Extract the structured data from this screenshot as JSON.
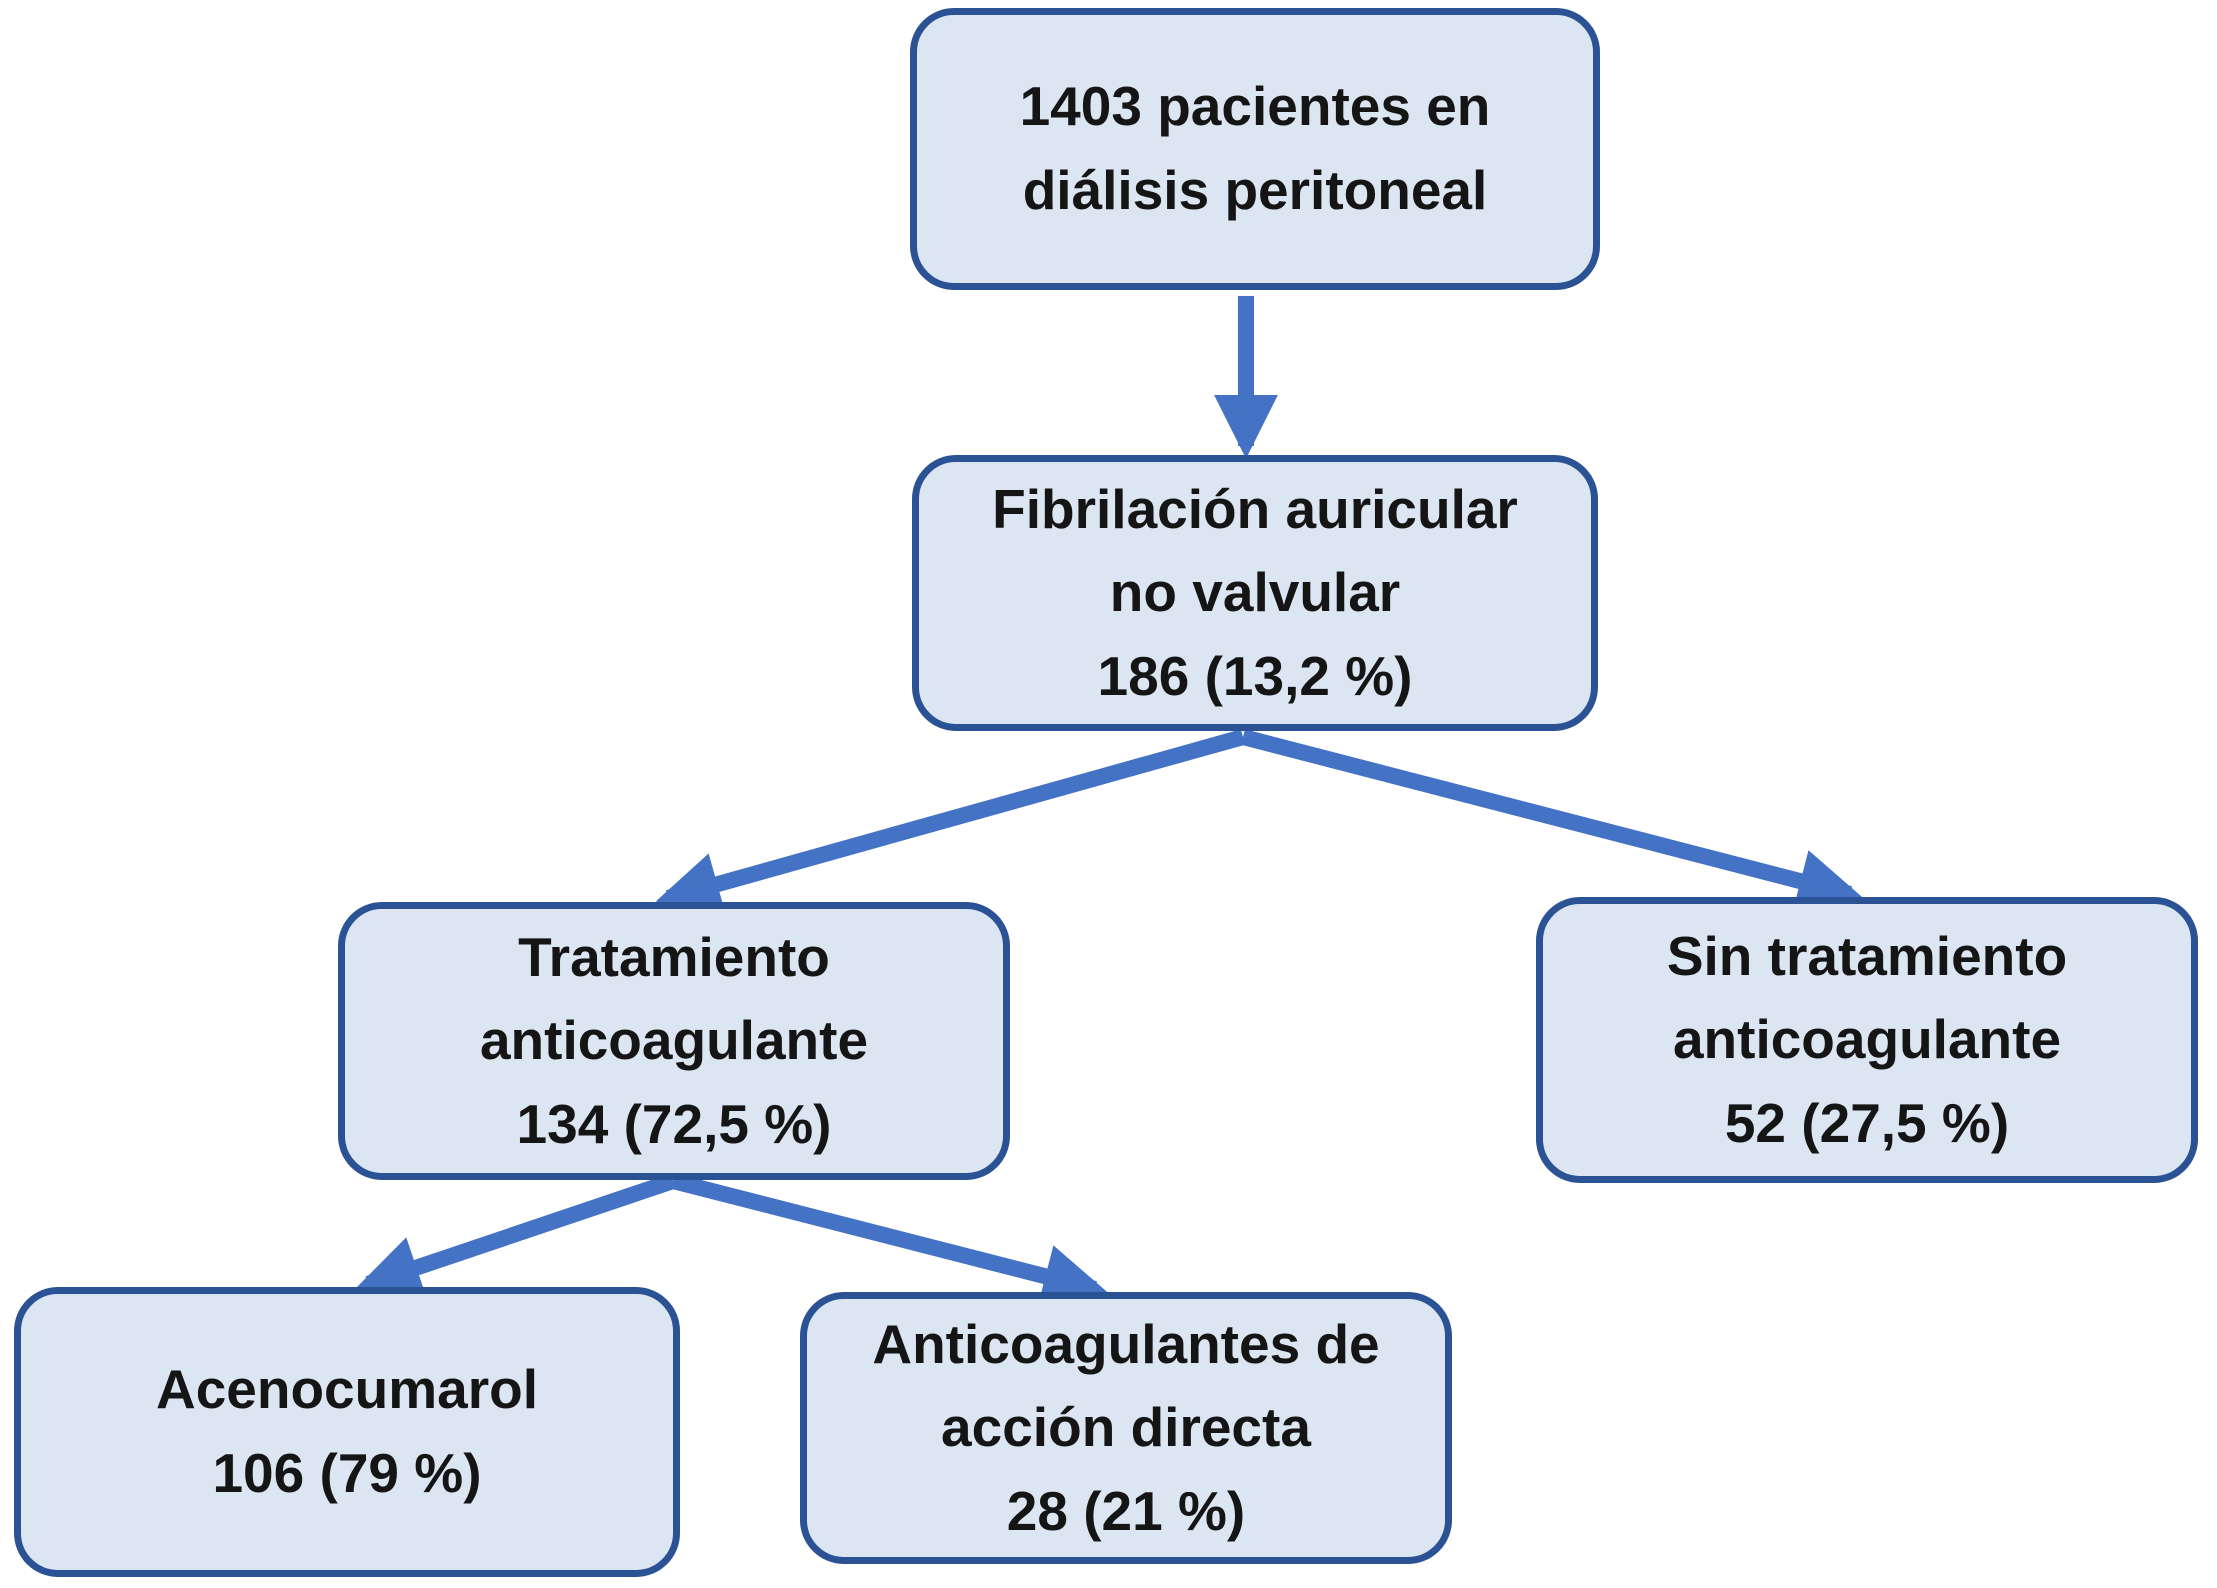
{
  "colors": {
    "canvas-bg": "#ffffff",
    "node-fill": "#dce6f2",
    "node-border": "#2a5294",
    "arrow": "#4472c4",
    "text": "#151515"
  },
  "nodes": [
    {
      "id": "dialysis-patients",
      "lines": [
        "1403 pacientes en",
        "diálisis peritoneal"
      ]
    },
    {
      "id": "nonvalvular-afib",
      "lines": [
        "Fibrilación auricular",
        "no valvular",
        "186 (13,2 %)"
      ]
    },
    {
      "id": "anticoagulant-treatment",
      "lines": [
        "Tratamiento",
        "anticoagulante",
        "134 (72,5 %)"
      ]
    },
    {
      "id": "no-anticoagulant-treatment",
      "lines": [
        "Sin tratamiento",
        "anticoagulante",
        "52 (27,5 %)"
      ]
    },
    {
      "id": "acenocumarol",
      "lines": [
        "Acenocumarol",
        "106 (79 %)"
      ]
    },
    {
      "id": "direct-acting-anticoagulants",
      "lines": [
        "Anticoagulantes de",
        "acción directa",
        "28 (21 %)"
      ]
    }
  ],
  "edges": [
    {
      "from": "dialysis-patients",
      "to": "nonvalvular-afib"
    },
    {
      "from": "nonvalvular-afib",
      "to": "anticoagulant-treatment"
    },
    {
      "from": "nonvalvular-afib",
      "to": "no-anticoagulant-treatment"
    },
    {
      "from": "anticoagulant-treatment",
      "to": "acenocumarol"
    },
    {
      "from": "anticoagulant-treatment",
      "to": "direct-acting-anticoagulants"
    }
  ]
}
